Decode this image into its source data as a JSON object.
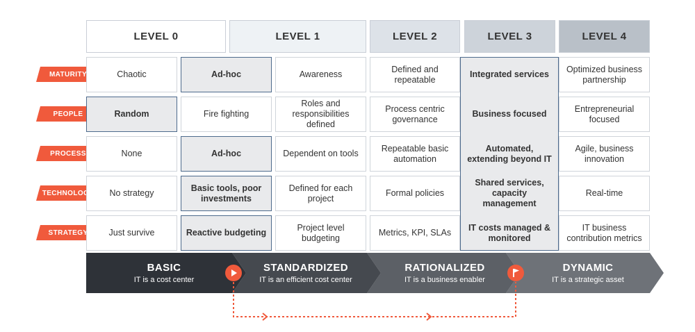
{
  "levels": [
    "LEVEL 0",
    "LEVEL 1",
    "LEVEL 2",
    "LEVEL 3",
    "LEVEL 4"
  ],
  "rows": [
    {
      "label": "MATURITY",
      "cells": [
        "Chaotic",
        "Ad-hoc",
        "Awareness",
        "Defined and repeatable",
        "Integrated services",
        "Optimized business partnership"
      ]
    },
    {
      "label": "PEOPLE",
      "cells": [
        "Random",
        "Fire fighting",
        "Roles and responsibilities defined",
        "Process centric governance",
        "Business focused",
        "Entrepreneurial focused"
      ]
    },
    {
      "label": "PROCESS",
      "cells": [
        "None",
        "Ad-hoc",
        "Dependent on tools",
        "Repeatable basic automation",
        "Automated, extending beyond IT",
        "Agile, business innovation"
      ]
    },
    {
      "label": "TECHNOLOGY",
      "cells": [
        "No strategy",
        "Basic tools, poor investments",
        "Defined for each project",
        "Formal policies",
        "Shared services, capacity management",
        "Real-time"
      ]
    },
    {
      "label": "STRATEGY",
      "cells": [
        "Just survive",
        "Reactive budgeting",
        "Project level budgeting",
        "Metrics, KPI, SLAs",
        "IT costs managed & monitored",
        "IT business contribution metrics"
      ]
    }
  ],
  "stages": [
    {
      "title": "BASIC",
      "subtitle": "IT is a cost center"
    },
    {
      "title": "STANDARDIZED",
      "subtitle": "IT is an efficient cost center"
    },
    {
      "title": "RATIONALIZED",
      "subtitle": "IT is a business enabler"
    },
    {
      "title": "DYNAMIC",
      "subtitle": "IT is a strategic asset"
    }
  ],
  "icons": {
    "start": "play-icon",
    "end": "flag-icon"
  },
  "colors": {
    "accent": "#f05a3c",
    "stage_dark": "#2e3238",
    "stage_mid": "#45494f",
    "stage_light": "#5c6066",
    "stage_lightest": "#6e7278",
    "level_headers": [
      "#ffffff",
      "#eef2f5",
      "#dde2e8",
      "#cdd3da",
      "#b9c0c8"
    ]
  }
}
